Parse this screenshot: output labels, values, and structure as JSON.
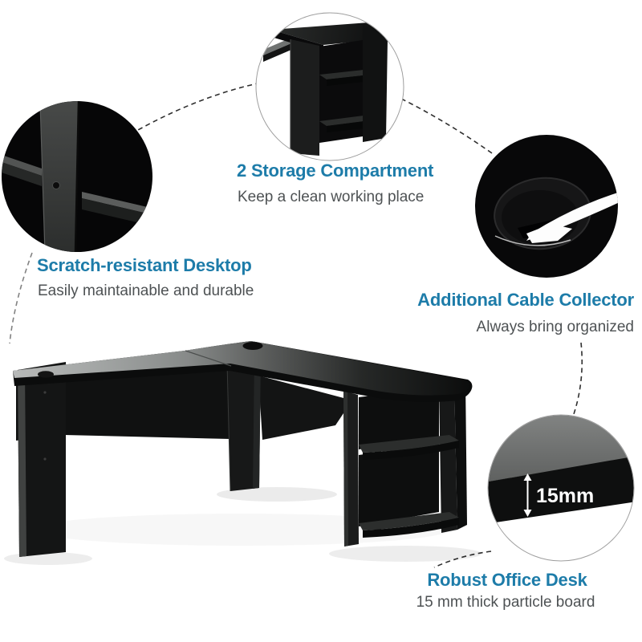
{
  "colors": {
    "accent_teal": "#1d7ca9",
    "subtitle_gray": "#4e5254",
    "background": "#ffffff",
    "desk_black": "#111212",
    "desktop_gray": "#b4b6b5",
    "circle_border": "#9e9e9e",
    "connector_line": "#2e2e2e"
  },
  "features": [
    {
      "id": "storage",
      "title": "2 Storage Compartment",
      "subtitle": "Keep a clean working place"
    },
    {
      "id": "scratch",
      "title": "Scratch-resistant Desktop",
      "subtitle": "Easily maintainable and durable"
    },
    {
      "id": "cable",
      "title": "Additional Cable Collector",
      "subtitle": "Always bring organized"
    },
    {
      "id": "robust",
      "title": "Robust Office Desk",
      "subtitle": "15 mm thick particle board"
    }
  ],
  "callouts": {
    "thickness_label": "15mm"
  },
  "illustration": {
    "alt": "Black L-shaped computer desk with two side storage compartments, cable grommet holes and 15 mm thick particle board top"
  }
}
